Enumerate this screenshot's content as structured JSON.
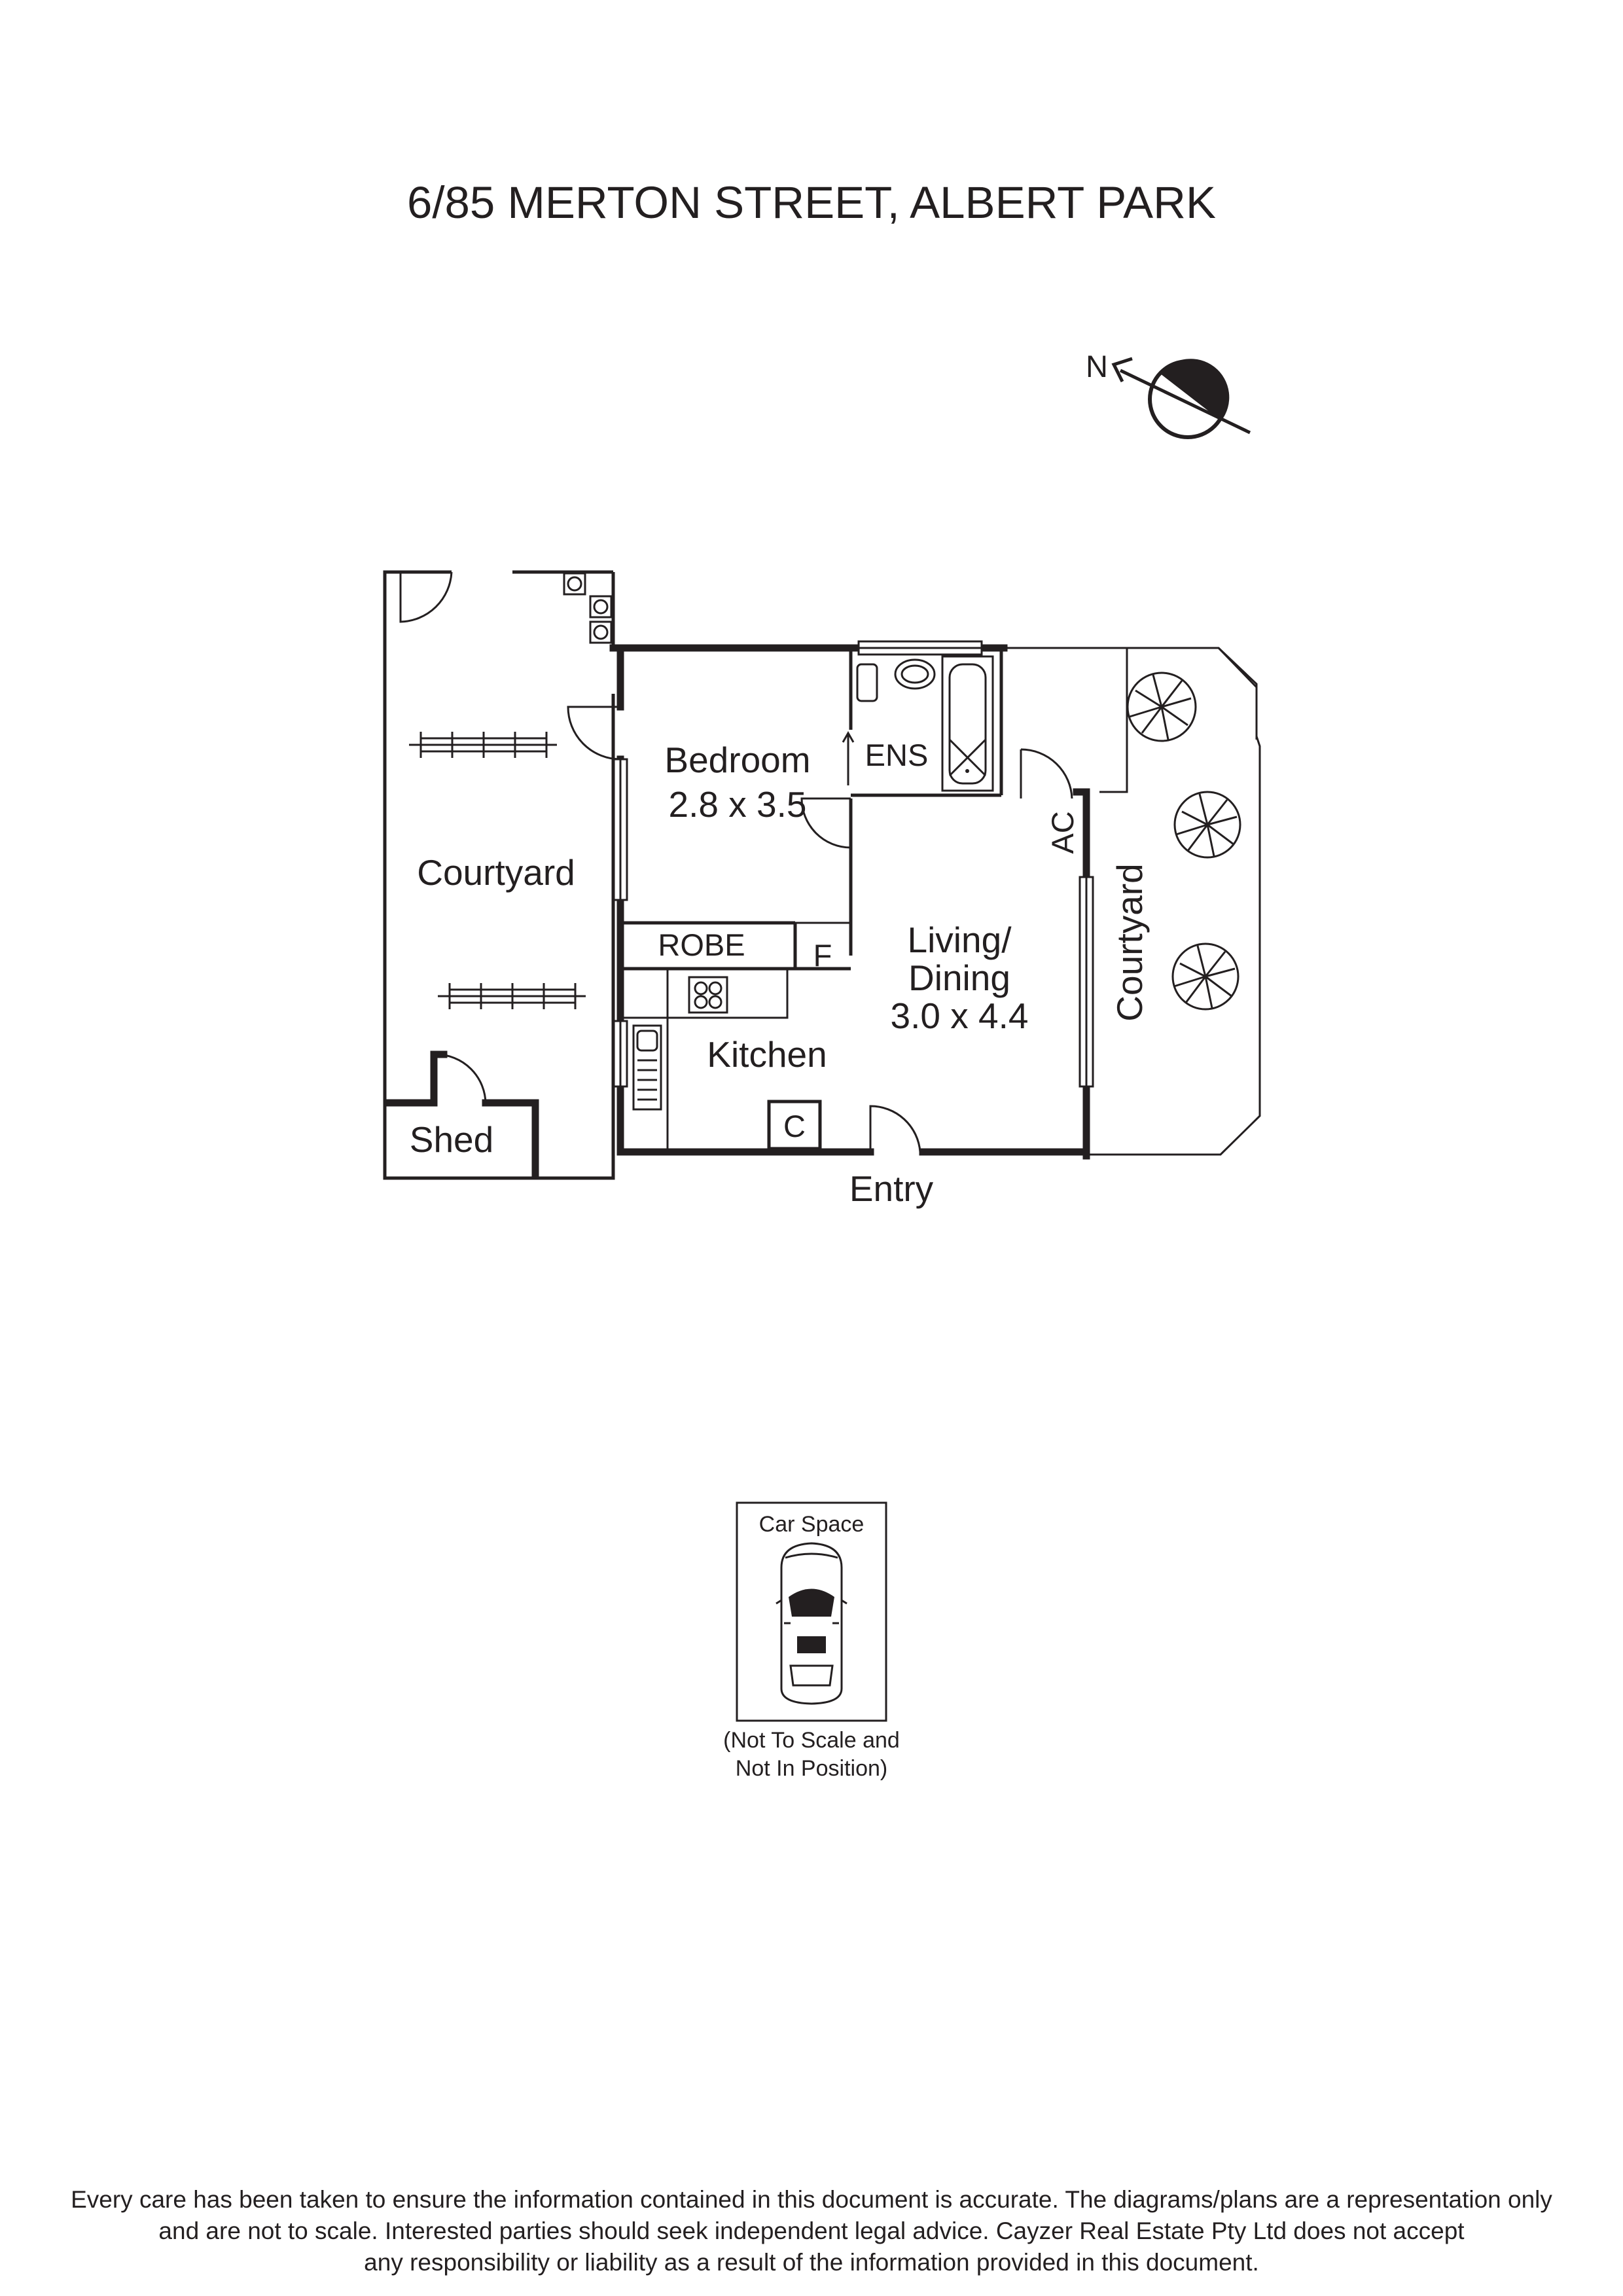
{
  "title": "6/85 MERTON STREET, ALBERT PARK",
  "compass": {
    "label": "N",
    "icon": "north-arrow-icon"
  },
  "rooms": {
    "courtyard_left": "Courtyard",
    "courtyard_right": "Courtyard",
    "shed": "Shed",
    "bedroom": "Bedroom",
    "bedroom_size": "2.8 x 3.5",
    "ens": "ENS",
    "robe": "ROBE",
    "fridge": "F",
    "kitchen": "Kitchen",
    "cupboard": "C",
    "living_line1": "Living/",
    "living_line2": "Dining",
    "living_size": "3.0 x 4.4",
    "ac": "AC",
    "entry": "Entry"
  },
  "car_space": {
    "label": "Car Space",
    "note_line1": "(Not To Scale and",
    "note_line2": "Not In Position)",
    "icon": "car-icon"
  },
  "disclaimer": {
    "line1": "Every care has been taken to ensure the information contained in this document is accurate. The diagrams/plans are a representation only",
    "line2": "and are not to scale. Interested parties should seek independent legal advice. Cayzer Real Estate Pty Ltd does not accept",
    "line3": "any responsibility or liability as a result of the information provided in this document."
  },
  "colors": {
    "ink": "#231f20",
    "background": "#ffffff"
  }
}
